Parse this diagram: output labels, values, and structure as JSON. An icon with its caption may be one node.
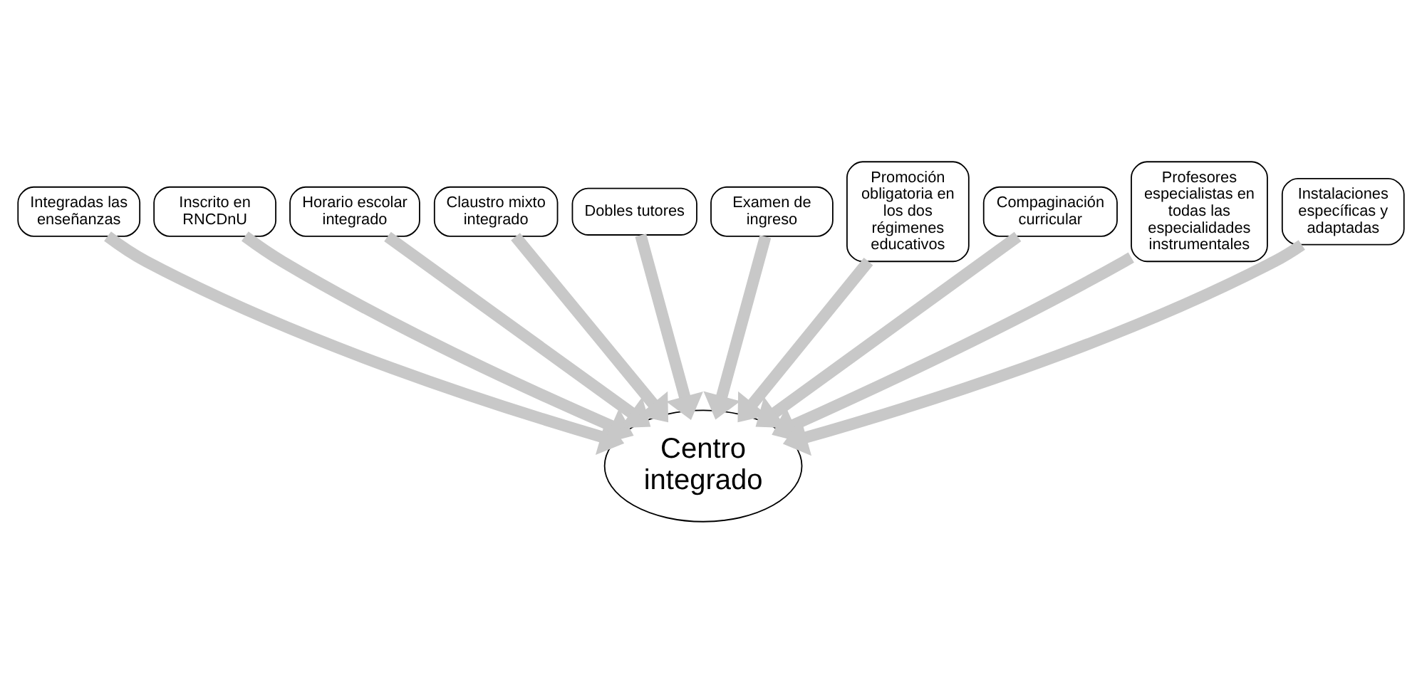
{
  "diagram": {
    "nodes": [
      {
        "text": [
          "Centro integrado"
        ]
      },
      {
        "text": [
          "Integradas las enseñanzas"
        ]
      },
      {
        "text": [
          "Inscrito en RNCDnU"
        ]
      },
      {
        "text": [
          "Horario escolar integrado"
        ]
      },
      {
        "text": [
          "Claustro mixto integrado"
        ]
      },
      {
        "text": [
          "Dobles tutores"
        ]
      },
      {
        "text": [
          "Examen de ingreso"
        ]
      },
      {
        "text": [
          "Promoción obligatoria en los dos régimenes educativos"
        ]
      },
      {
        "text": [
          "Compaginación curricular"
        ]
      },
      {
        "text": [
          "Profesores especialistas en todas las especialidades instrumentales"
        ]
      },
      {
        "text": [
          "Instalaciones específicas y adaptadas"
        ]
      }
    ],
    "edges": [
      {
        "from": 1,
        "to": 0,
        "arrow": "to"
      },
      {
        "from": 2,
        "to": 0,
        "arrow": "to"
      },
      {
        "from": 3,
        "to": 0,
        "arrow": "to"
      },
      {
        "from": 4,
        "to": 0,
        "arrow": "to"
      },
      {
        "from": 5,
        "to": 0,
        "arrow": "to"
      },
      {
        "from": 6,
        "to": 0,
        "arrow": "to"
      },
      {
        "from": 7,
        "to": 0,
        "arrow": "to"
      },
      {
        "from": 8,
        "to": 0,
        "arrow": "to"
      },
      {
        "from": 9,
        "to": 0,
        "arrow": "to"
      },
      {
        "from": 10,
        "to": 0,
        "arrow": "to"
      }
    ]
  }
}
